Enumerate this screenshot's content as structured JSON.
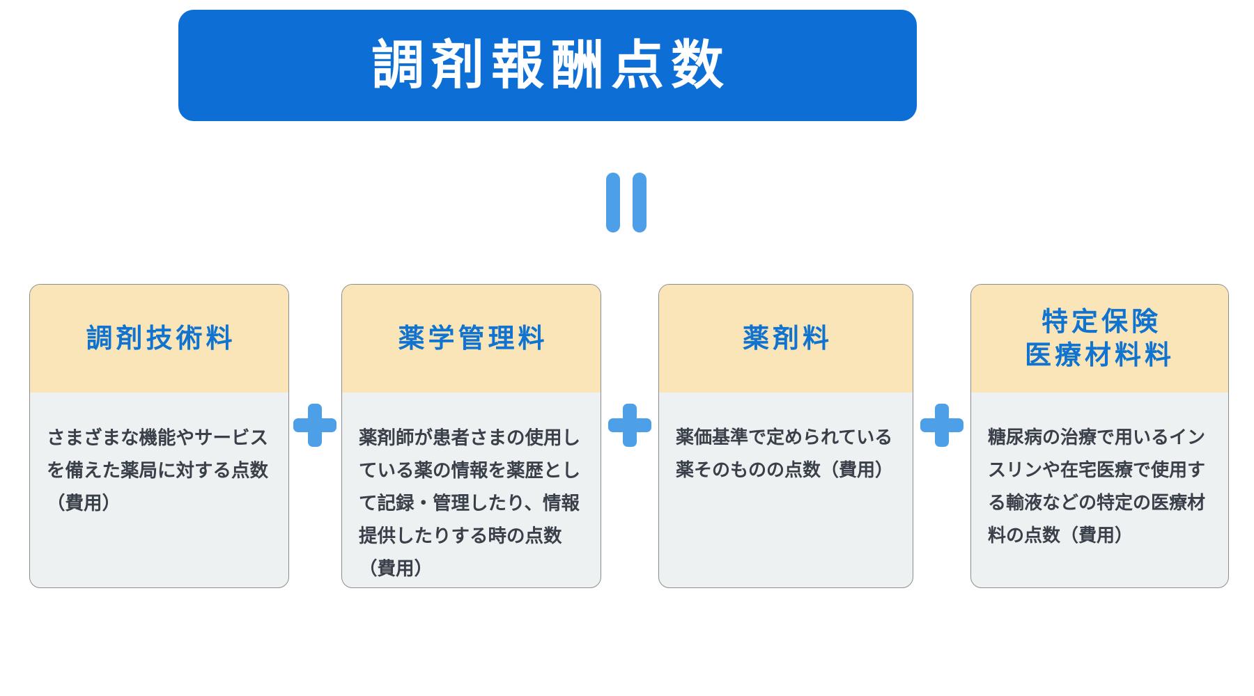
{
  "title": {
    "text": "調剤報酬点数",
    "background_color": "#0D6FD6",
    "text_color": "#FFFFFF"
  },
  "equals": {
    "symbol": "=",
    "color": "#4D9FE8"
  },
  "operators": {
    "plus_symbol": "+",
    "color": "#4D9FE8"
  },
  "colors": {
    "header_background": "#FAE5B8",
    "body_background": "#EEF1F2",
    "header_text": "#0F73CF",
    "body_text": "#3A4049",
    "card_border": "#8C8C8C"
  },
  "cards": [
    {
      "title": "調剤技術料",
      "description": "さまざまな機能やサービスを備えた薬局に対する点数（費用）"
    },
    {
      "title": "薬学管理料",
      "description": "薬剤師が患者さまの使用している薬の情報を薬歴として記録・管理したり、情報提供したりする時の点数（費用）"
    },
    {
      "title": "薬剤料",
      "description": "薬価基準で定められている薬そのものの点数（費用）"
    },
    {
      "title": "特定保険\n医療材料料",
      "description": "糖尿病の治療で用いるインスリンや在宅医療で使用する輸液などの特定の医療材料の点数（費用）"
    }
  ]
}
